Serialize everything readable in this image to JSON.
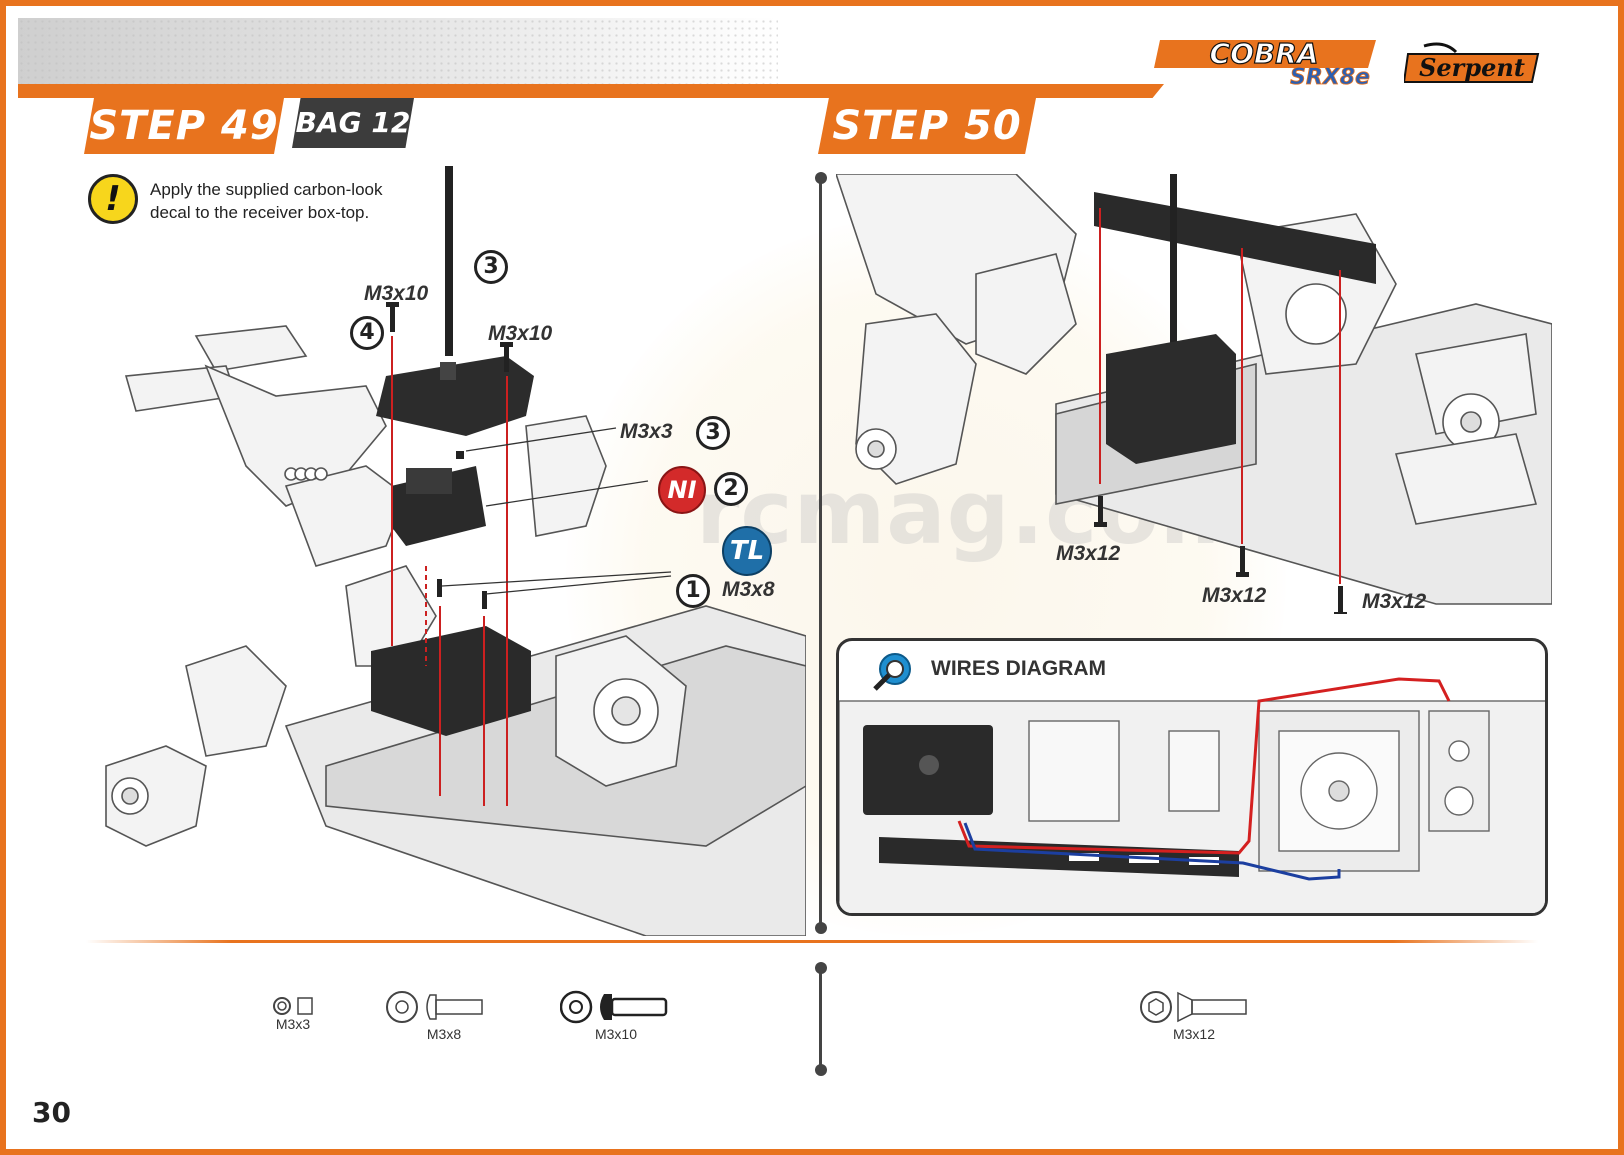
{
  "header": {
    "step49_label": "STEP 49",
    "bag_label": "BAG 12",
    "step50_label": "STEP 50",
    "brand_cobra": "COBRA",
    "brand_model": "SRX8e",
    "brand_serpent": "Serpent"
  },
  "step49": {
    "note_icon": "exclamation-icon",
    "note_text": "Apply the supplied carbon-look decal to the receiver box-top.",
    "callouts": {
      "m3x10_left": "M3x10",
      "m3x10_right": "M3x10",
      "m3x3": "M3x3",
      "m3x8": "M3x8",
      "num_4": "4",
      "num_3_top": "3",
      "num_3_side": "3",
      "num_2": "2",
      "num_1": "1",
      "ni_badge": "NI",
      "tl_badge": "TL"
    }
  },
  "step50": {
    "callouts": {
      "m3x12_a": "M3x12",
      "m3x12_b": "M3x12",
      "m3x12_c": "M3x12"
    },
    "wires_title": "WIRES DIAGRAM",
    "wires_icon": "magnifier-icon"
  },
  "watermark": "rcmag.com",
  "parts_step49": [
    {
      "label": "M3x3"
    },
    {
      "label": "M3x8"
    },
    {
      "label": "M3x10"
    }
  ],
  "parts_step50": [
    {
      "label": "M3x12"
    }
  ],
  "page_number": "30",
  "colors": {
    "accent": "#e8731e",
    "dark": "#3c3c3c",
    "warning": "#f7d61c",
    "ni_red": "#d32a2a",
    "tl_blue": "#1f6fa8",
    "wire_red": "#d42020",
    "wire_blue": "#1c3fa0"
  }
}
